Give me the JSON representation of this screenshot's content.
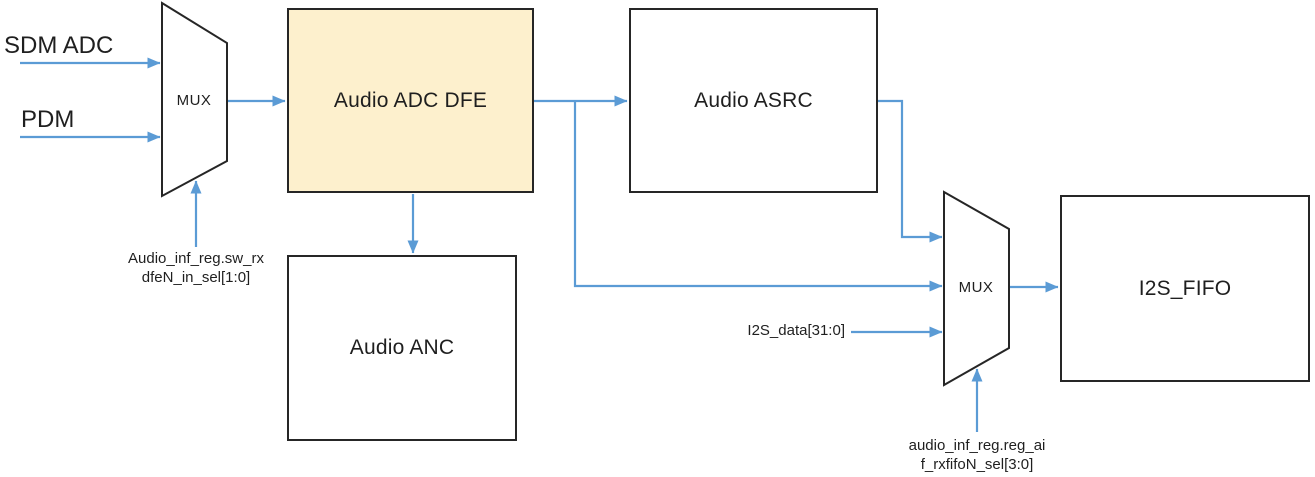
{
  "colors": {
    "connector": "#5B9BD5",
    "highlight_fill": "#FDF0CD",
    "block_border": "#262626",
    "text": "#1F1F1F"
  },
  "inputs": {
    "sdm_adc": {
      "label": "SDM ADC"
    },
    "pdm": {
      "label": "PDM"
    },
    "i2s_data": {
      "label": "I2S_data[31:0]"
    }
  },
  "blocks": {
    "input_mux": {
      "label": "MUX",
      "select_signal": {
        "line1": "Audio_inf_reg.sw_rx",
        "line2": "dfeN_in_sel[1:0]"
      }
    },
    "audio_adc_dfe": {
      "label": "Audio ADC DFE"
    },
    "audio_asrc": {
      "label": "Audio ASRC"
    },
    "audio_anc": {
      "label": "Audio ANC"
    },
    "output_mux": {
      "label": "MUX",
      "select_signal": {
        "line1": "audio_inf_reg.reg_ai",
        "line2": "f_rxfifoN_sel[3:0]"
      }
    },
    "i2s_fifo": {
      "label": "I2S_FIFO"
    }
  }
}
